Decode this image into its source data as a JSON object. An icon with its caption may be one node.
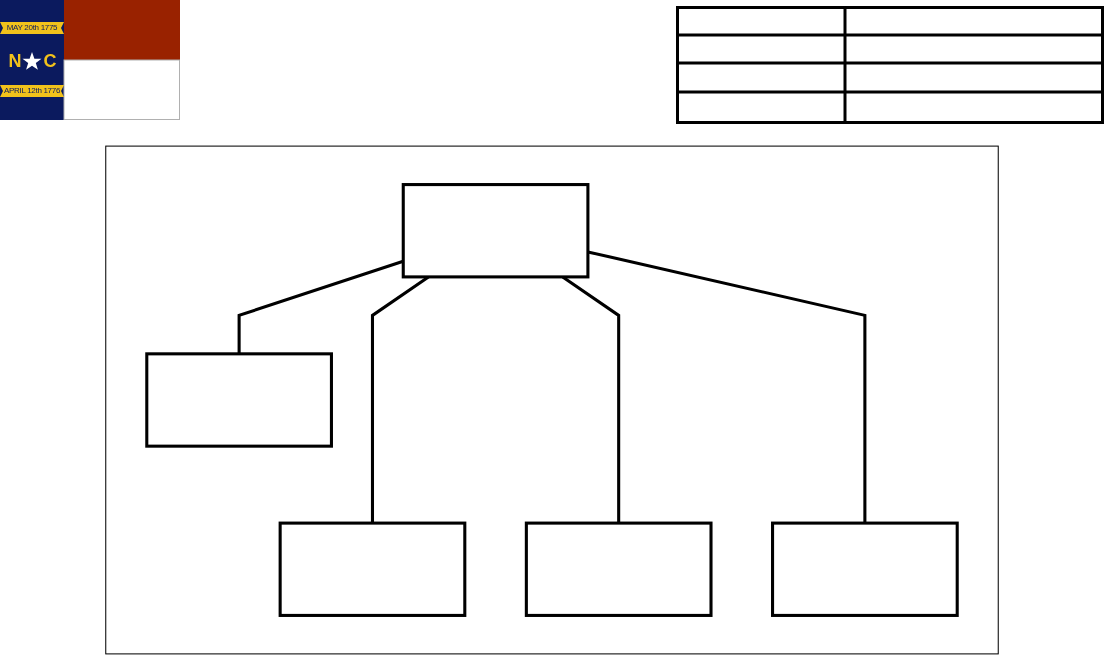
{
  "diagram": {
    "nodes": [
      {
        "text": [],
        "shape": "box"
      },
      {
        "text": [],
        "shape": "box",
        "in": 0
      },
      {
        "text": [],
        "shape": "box",
        "in": 0
      },
      {
        "text": [],
        "shape": "box",
        "in": 0
      },
      {
        "text": [],
        "shape": "box",
        "in": 0
      },
      {
        "text": [],
        "shape": "box",
        "in": 0
      }
    ],
    "edges": [
      {
        "from": 1,
        "to": 2,
        "arrow": "none"
      },
      {
        "from": 1,
        "to": 3,
        "arrow": "none"
      },
      {
        "from": 1,
        "to": 4,
        "arrow": "none"
      },
      {
        "from": 1,
        "to": 5,
        "arrow": "none"
      }
    ],
    "labels": [
      "MAY 20th 1775",
      "N",
      "C",
      "APRIL 12th 1776"
    ]
  }
}
